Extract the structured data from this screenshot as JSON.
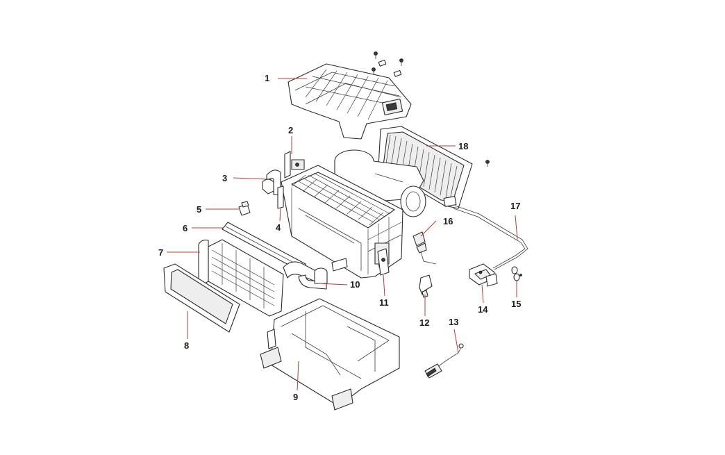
{
  "diagram": {
    "callouts": [
      {
        "id": "c1",
        "label": "1"
      },
      {
        "id": "c2",
        "label": "2"
      },
      {
        "id": "c3",
        "label": "3"
      },
      {
        "id": "c4",
        "label": "4"
      },
      {
        "id": "c5",
        "label": "5"
      },
      {
        "id": "c6",
        "label": "6"
      },
      {
        "id": "c7",
        "label": "7"
      },
      {
        "id": "c8",
        "label": "8"
      },
      {
        "id": "c9",
        "label": "9"
      },
      {
        "id": "c10",
        "label": "10"
      },
      {
        "id": "c11",
        "label": "11"
      },
      {
        "id": "c12",
        "label": "12"
      },
      {
        "id": "c13",
        "label": "13"
      },
      {
        "id": "c14",
        "label": "14"
      },
      {
        "id": "c15",
        "label": "15"
      },
      {
        "id": "c16",
        "label": "16"
      },
      {
        "id": "c17",
        "label": "17"
      },
      {
        "id": "c18",
        "label": "18"
      }
    ],
    "colors": {
      "leader": "#c0392b",
      "outline": "#2b2b2b",
      "label": "#1a1a1a",
      "background": "#ffffff"
    }
  }
}
